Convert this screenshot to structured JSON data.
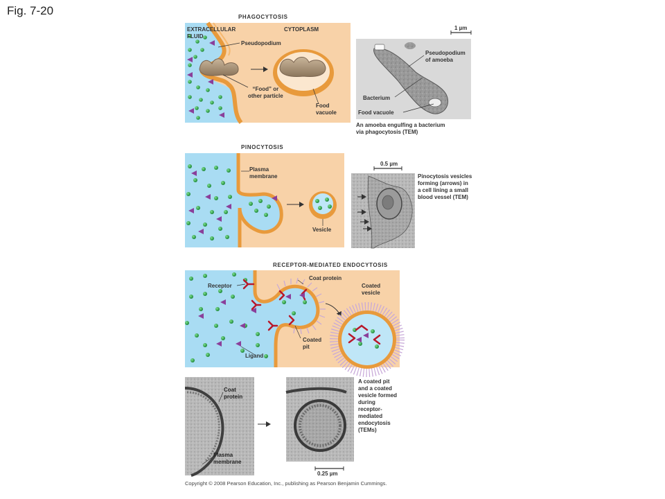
{
  "figure": {
    "label": "Fig. 7-20"
  },
  "phagocytosis": {
    "title": "PHAGOCYTOSIS",
    "extracellular_label": "EXTRACELLULAR\nFLUID",
    "cytoplasm_label": "CYTOPLASM",
    "pseudopodium_label": "Pseudopodium",
    "food_particle_label": "“Food” or\nother particle",
    "food_vacuole_label": "Food\nvacuole",
    "scale_label": "1 µm",
    "micrograph_labels": {
      "pseudopodium": "Pseudopodium\nof amoeba",
      "bacterium": "Bacterium",
      "food_vacuole": "Food vacuole"
    },
    "caption": "An amoeba engulfing a bacterium\nvia phagocytosis (TEM)"
  },
  "pinocytosis": {
    "title": "PINOCYTOSIS",
    "plasma_membrane_label": "Plasma\nmembrane",
    "vesicle_label": "Vesicle",
    "scale_label": "0.5 µm",
    "caption": "Pinocytosis vesicles\nforming (arrows) in\na cell lining a small\nblood vessel (TEM)"
  },
  "receptor_mediated": {
    "title": "RECEPTOR-MEDIATED ENDOCYTOSIS",
    "receptor_label": "Receptor",
    "coat_protein_label": "Coat protein",
    "coated_vesicle_label": "Coated\nvesicle",
    "coated_pit_label": "Coated\npit",
    "ligand_label": "Ligand",
    "micrograph_labels": {
      "coat_protein": "Coat\nprotein",
      "plasma_membrane": "Plasma\nmembrane"
    },
    "scale_label": "0.25 µm",
    "caption": "A coated pit\nand a coated\nvesicle formed\nduring\nreceptor-\nmediated\nendocytosis\n(TEMs)"
  },
  "copyright": "Copyright © 2008 Pearson Education, Inc., publishing as Pearson Benjamin Cummings.",
  "colors": {
    "extracellular": "#a9dcf3",
    "cytoplasm": "#f8d2a8",
    "membrane": "#e89a3c",
    "solute_green": "#2fa24a",
    "solute_purple": "#8a3f9a",
    "receptor_red": "#b8182a",
    "coat_lilac": "#c7a8d8",
    "micrograph_gray": "#8a8a8a"
  }
}
